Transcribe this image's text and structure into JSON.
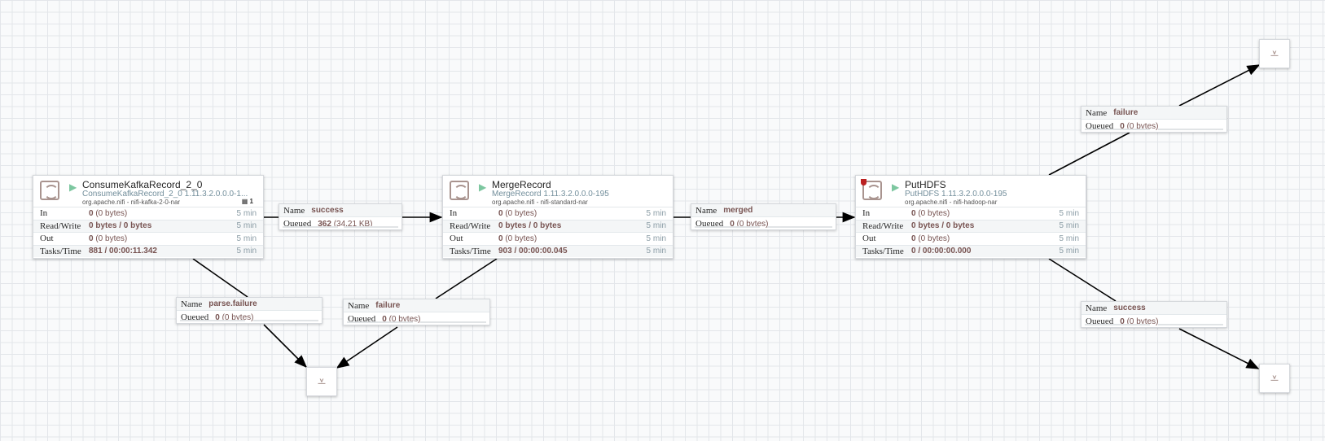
{
  "processors": [
    {
      "name": "ConsumeKafkaRecord_2_0",
      "type": "ConsumeKafkaRecord_2_0 1.11.3.2.0.0.0-1...",
      "bundle": "org.apache.nifi - nifi-kafka-2-0-nar",
      "badge": "1",
      "stats": [
        {
          "label": "In",
          "value": "0",
          "extra": "(0 bytes)",
          "time": "5 min"
        },
        {
          "label": "Read/Write",
          "value": "0 bytes / 0 bytes",
          "extra": "",
          "time": "5 min"
        },
        {
          "label": "Out",
          "value": "0",
          "extra": "(0 bytes)",
          "time": "5 min"
        },
        {
          "label": "Tasks/Time",
          "value": "881 / 00:00:11.342",
          "extra": "",
          "time": "5 min"
        }
      ]
    },
    {
      "name": "MergeRecord",
      "type": "MergeRecord 1.11.3.2.0.0.0-195",
      "bundle": "org.apache.nifi - nifi-standard-nar",
      "stats": [
        {
          "label": "In",
          "value": "0",
          "extra": "(0 bytes)",
          "time": "5 min"
        },
        {
          "label": "Read/Write",
          "value": "0 bytes / 0 bytes",
          "extra": "",
          "time": "5 min"
        },
        {
          "label": "Out",
          "value": "0",
          "extra": "(0 bytes)",
          "time": "5 min"
        },
        {
          "label": "Tasks/Time",
          "value": "903 / 00:00:00.045",
          "extra": "",
          "time": "5 min"
        }
      ]
    },
    {
      "name": "PutHDFS",
      "type": "PutHDFS 1.11.3.2.0.0.0-195",
      "bundle": "org.apache.nifi - nifi-hadoop-nar",
      "stats": [
        {
          "label": "In",
          "value": "0",
          "extra": "(0 bytes)",
          "time": "5 min"
        },
        {
          "label": "Read/Write",
          "value": "0 bytes / 0 bytes",
          "extra": "",
          "time": "5 min"
        },
        {
          "label": "Out",
          "value": "0",
          "extra": "(0 bytes)",
          "time": "5 min"
        },
        {
          "label": "Tasks/Time",
          "value": "0 / 00:00:00.000",
          "extra": "",
          "time": "5 min"
        }
      ]
    }
  ],
  "labels": {
    "name": "Name",
    "queued": "Queued"
  },
  "connections": [
    {
      "name": "success",
      "count": "362",
      "size": "(34.21 KB)"
    },
    {
      "name": "merged",
      "count": "0",
      "size": "(0 bytes)"
    },
    {
      "name": "parse.failure",
      "count": "0",
      "size": "(0 bytes)"
    },
    {
      "name": "failure",
      "count": "0",
      "size": "(0 bytes)"
    },
    {
      "name": "failure",
      "count": "0",
      "size": "(0 bytes)"
    },
    {
      "name": "success",
      "count": "0",
      "size": "(0 bytes)"
    }
  ],
  "icons": {
    "processor": "processor-icon",
    "funnel": "funnel-icon",
    "play": "running-icon",
    "shield": "restricted-icon"
  }
}
